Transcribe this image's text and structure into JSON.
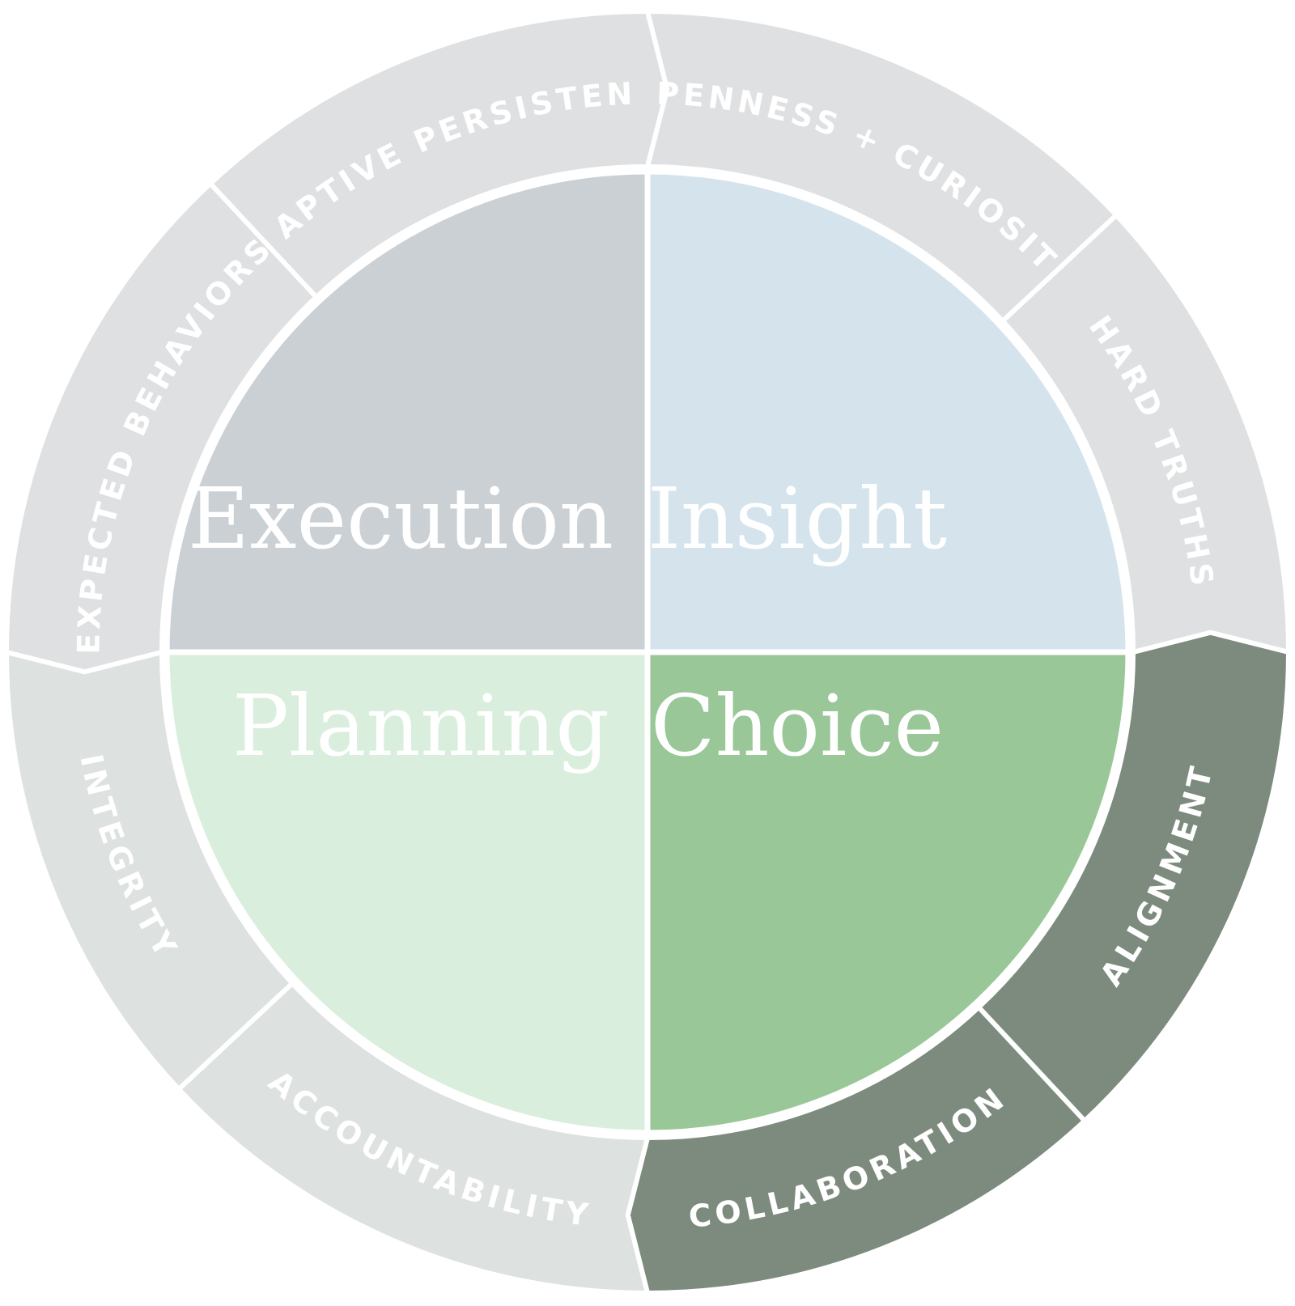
{
  "colors": {
    "background": "#ffffff",
    "divider": "#ffffff",
    "ring_top": "#dfe0e2",
    "ring_bottom_left": "#dde1df",
    "ring_dark": "#7c8b7e",
    "quad_execution": "#cbd0d4",
    "quad_insight": "#d5e4ec",
    "quad_planning": "#d9eedc",
    "quad_choice": "#99c797",
    "text": "#ffffff"
  },
  "quadrants": [
    {
      "id": "execution",
      "label": "Execution"
    },
    {
      "id": "insight",
      "label": "Insight"
    },
    {
      "id": "planning",
      "label": "Planning"
    },
    {
      "id": "choice",
      "label": "Choice"
    }
  ],
  "ring_segments": [
    {
      "id": "expected-behaviors",
      "label": "EXPECTED BEHAVIORS",
      "tone": "ring_top"
    },
    {
      "id": "adaptive-persistence",
      "label": "ADAPTIVE PERSISTENCE",
      "tone": "ring_top"
    },
    {
      "id": "openness-curiosity",
      "label": "OPENNESS + CURIOSITY",
      "tone": "ring_top"
    },
    {
      "id": "hard-truths",
      "label": "HARD TRUTHS",
      "tone": "ring_top"
    },
    {
      "id": "alignment",
      "label": "ALIGNMENT",
      "tone": "ring_dark"
    },
    {
      "id": "collaboration",
      "label": "COLLABORATION",
      "tone": "ring_dark"
    },
    {
      "id": "accountability",
      "label": "ACCOUNTABILITY",
      "tone": "ring_bottom_left"
    },
    {
      "id": "integrity",
      "label": "INTEGRITY",
      "tone": "ring_bottom_left"
    }
  ]
}
